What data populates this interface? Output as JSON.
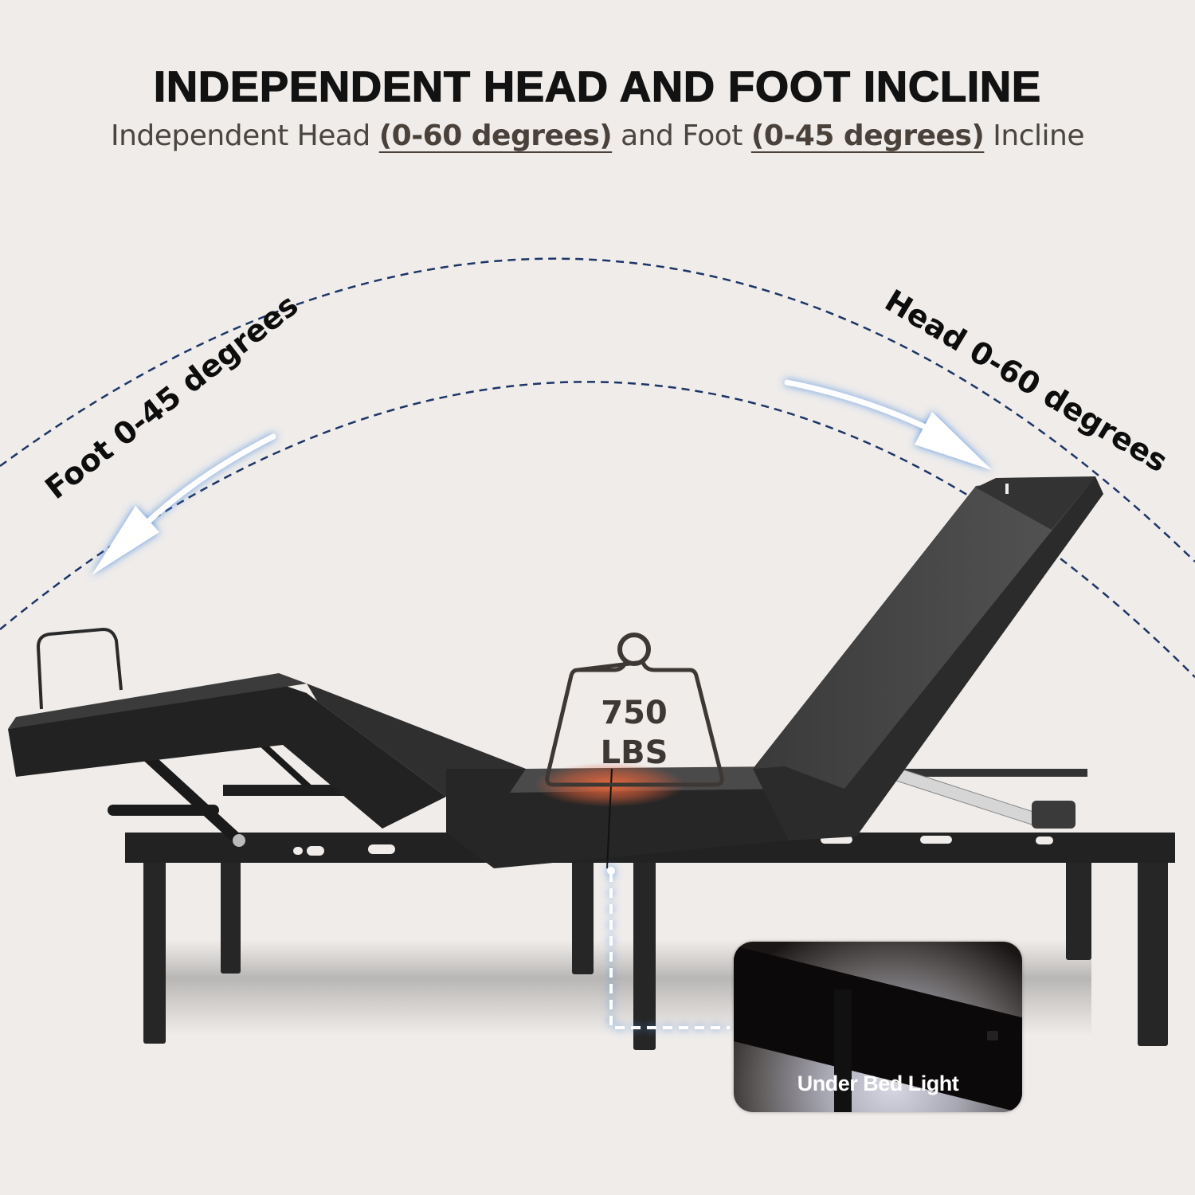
{
  "header": {
    "title": "INDEPENDENT HEAD AND FOOT INCLINE",
    "subtitle": {
      "part1": "Independent Head ",
      "head_range": "(0-60 degrees)",
      "part2": " and Foot ",
      "foot_range": "(0-45 degrees)",
      "part3": " Incline"
    }
  },
  "arcs": {
    "foot_label": "Foot 0-45 degrees",
    "head_label": "Head 0-60 degrees",
    "dash_color": "#1d3566",
    "arrow_glow_color": "#4a8be0"
  },
  "weight_badge": {
    "value": "750",
    "unit": "LBS",
    "outline_color": "#3d3833",
    "heat_color": "#f06a3a"
  },
  "inset": {
    "label": "Under Bed Light",
    "pointer_color": "#ffffff",
    "pointer_glow": "#4a8be0"
  },
  "colors": {
    "background": "#efecea",
    "mattress": "#222222",
    "frame": "#1c1c1c"
  }
}
